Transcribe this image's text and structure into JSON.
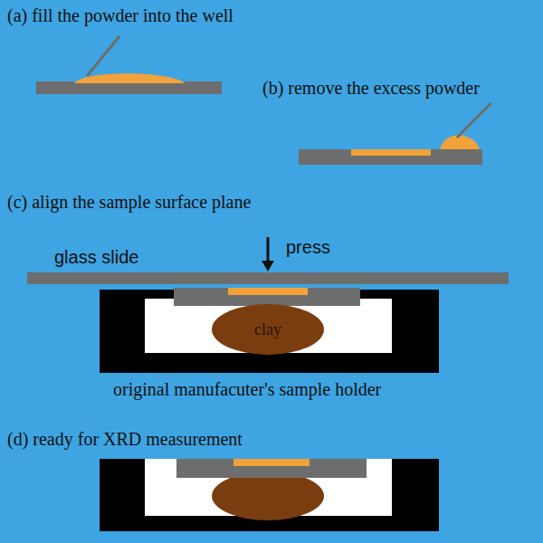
{
  "diagram": {
    "nodes": [
      {
        "text": [
          "clay"
        ]
      }
    ],
    "labels": [
      "(a) fill the powder into the well",
      "(b) remove the excess powder",
      "(c) align the sample surface plane",
      "glass slide",
      "press",
      "original manufacuter's sample holder",
      "(d) ready for XRD measurement"
    ]
  }
}
